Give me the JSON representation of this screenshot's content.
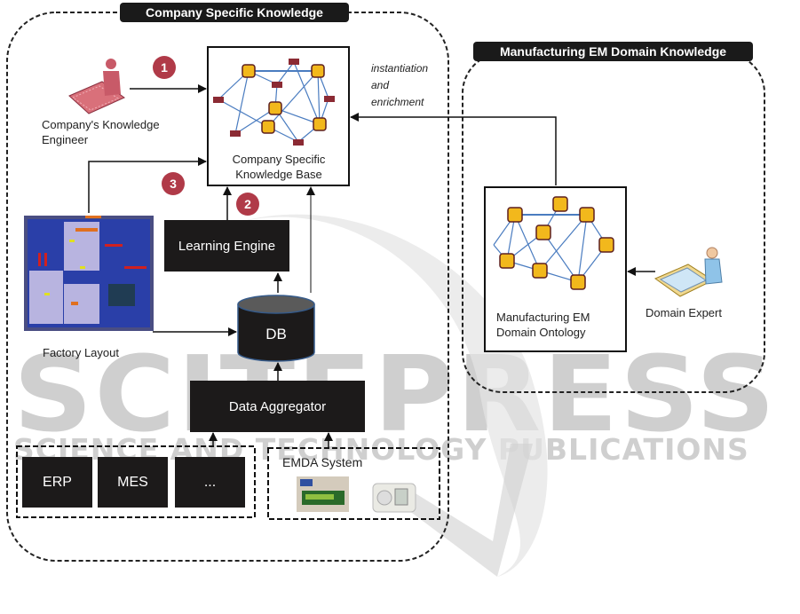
{
  "watermark": {
    "main": "SCITEPRESS",
    "sub": "SCIENCE AND TECHNOLOGY PUBLICATIONS"
  },
  "company_region": {
    "title": "Company  Specific Knowledge",
    "knowledge_engineer_label": "Company's Knowledge Engineer",
    "knowledge_base_label": "Company Specific Knowledge Base",
    "learning_engine_label": "Learning Engine",
    "factory_layout_label": "Factory  Layout",
    "db_label": "DB",
    "data_aggregator_label": "Data Aggregator",
    "sources": [
      "ERP",
      "MES",
      "..."
    ],
    "emda_label": "EMDA System",
    "steps": [
      "1",
      "2",
      "3"
    ]
  },
  "domain_region": {
    "title": "Manufacturing EM Domain Knowledge",
    "ontology_label": "Manufacturing EM Domain Ontology",
    "expert_label": "Domain Expert"
  },
  "arrow_labels": {
    "instantiation": "instantiation and enrichment"
  },
  "colors": {
    "node_fill": "#f2b81c",
    "node_border": "#5c1f1f",
    "edge": "#4a7cc0",
    "small_node": "#8b2a33",
    "badge": "#b03a48",
    "box": "#1c1a1a",
    "engineer_icon": "#d9707a",
    "expert_icon": "#8fc3e8"
  }
}
